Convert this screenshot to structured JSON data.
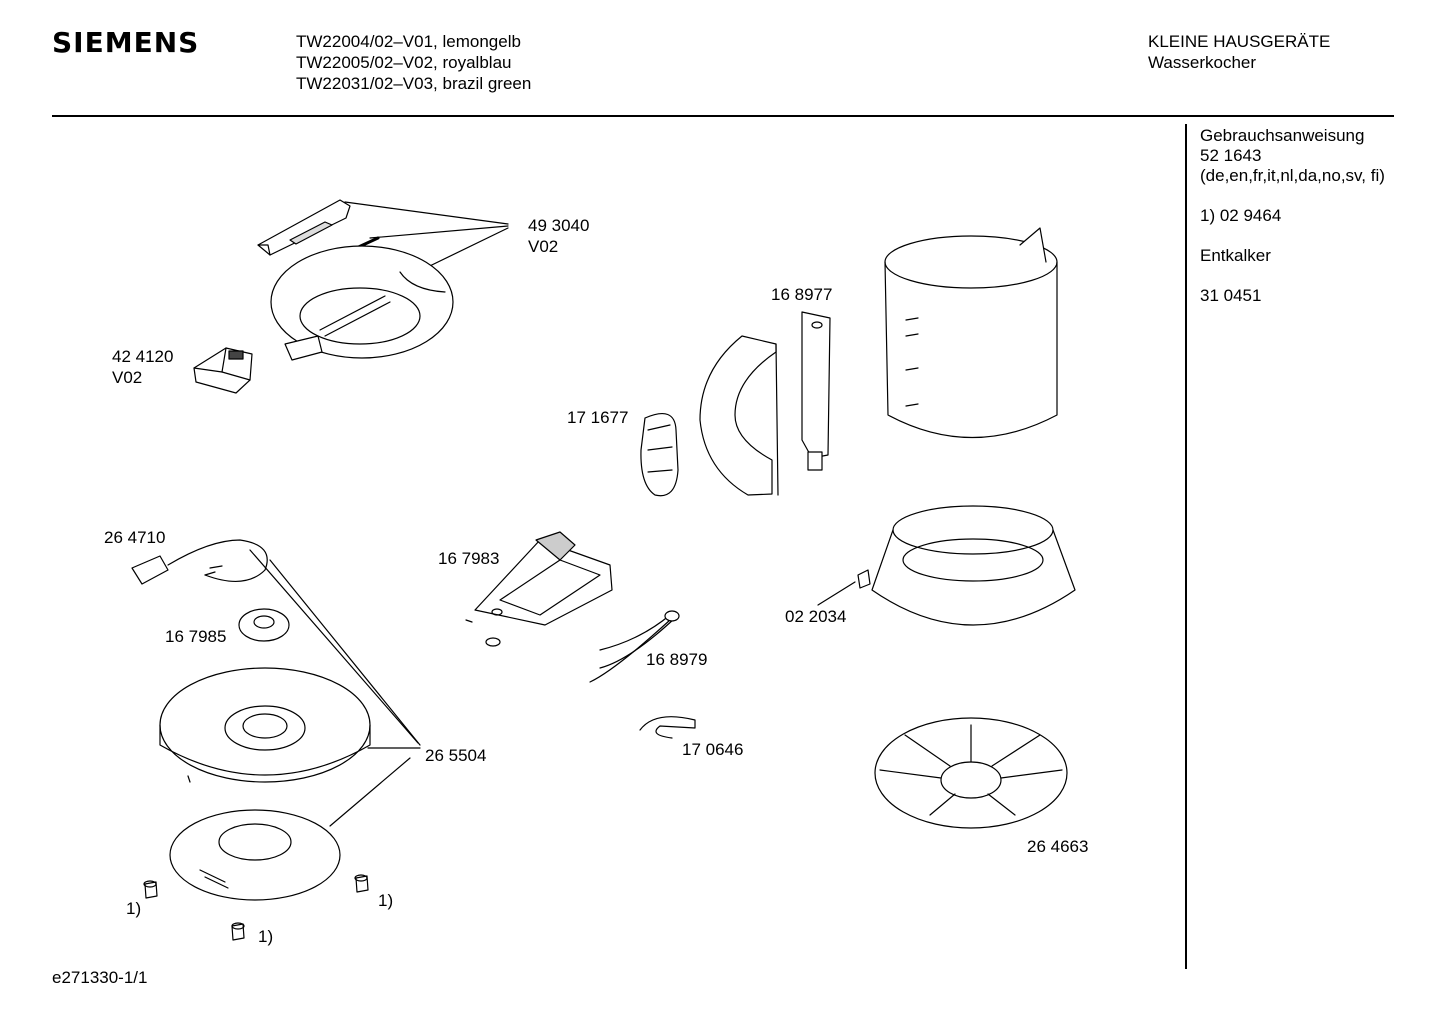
{
  "header": {
    "brand": "SIEMENS",
    "models": [
      "TW22004/02–V01, lemongelb",
      "TW22005/02–V02, royalblau",
      "TW22031/02–V03, brazil green"
    ],
    "category": "KLEINE HAUSGERÄTE",
    "product": "Wasserkocher"
  },
  "sidebar": {
    "manual_title": "Gebrauchsanweisung",
    "manual_number": "52 1643",
    "manual_languages": "(de,en,fr,it,nl,da,no,sv, fi)",
    "note_ref": "1)  02 9464",
    "descaler_title": "Entkalker",
    "descaler_number": "31 0451"
  },
  "parts": {
    "p493040": "49 3040",
    "p493040_variant": "V02",
    "p424120": "42 4120",
    "p424120_variant": "V02",
    "p168977": "16 8977",
    "p171677": "17 1677",
    "p264710": "26 4710",
    "p167983": "16 7983",
    "p167985": "16 7985",
    "p168979": "16 8979",
    "p022034": "02 2034",
    "p170646": "17 0646",
    "p265504": "26 5504",
    "p264663": "26 4663",
    "foot_note_1": "1)",
    "foot_note_2": "1)",
    "foot_note_3": "1)"
  },
  "footer": {
    "diagram_id": "e271330-1/1"
  }
}
